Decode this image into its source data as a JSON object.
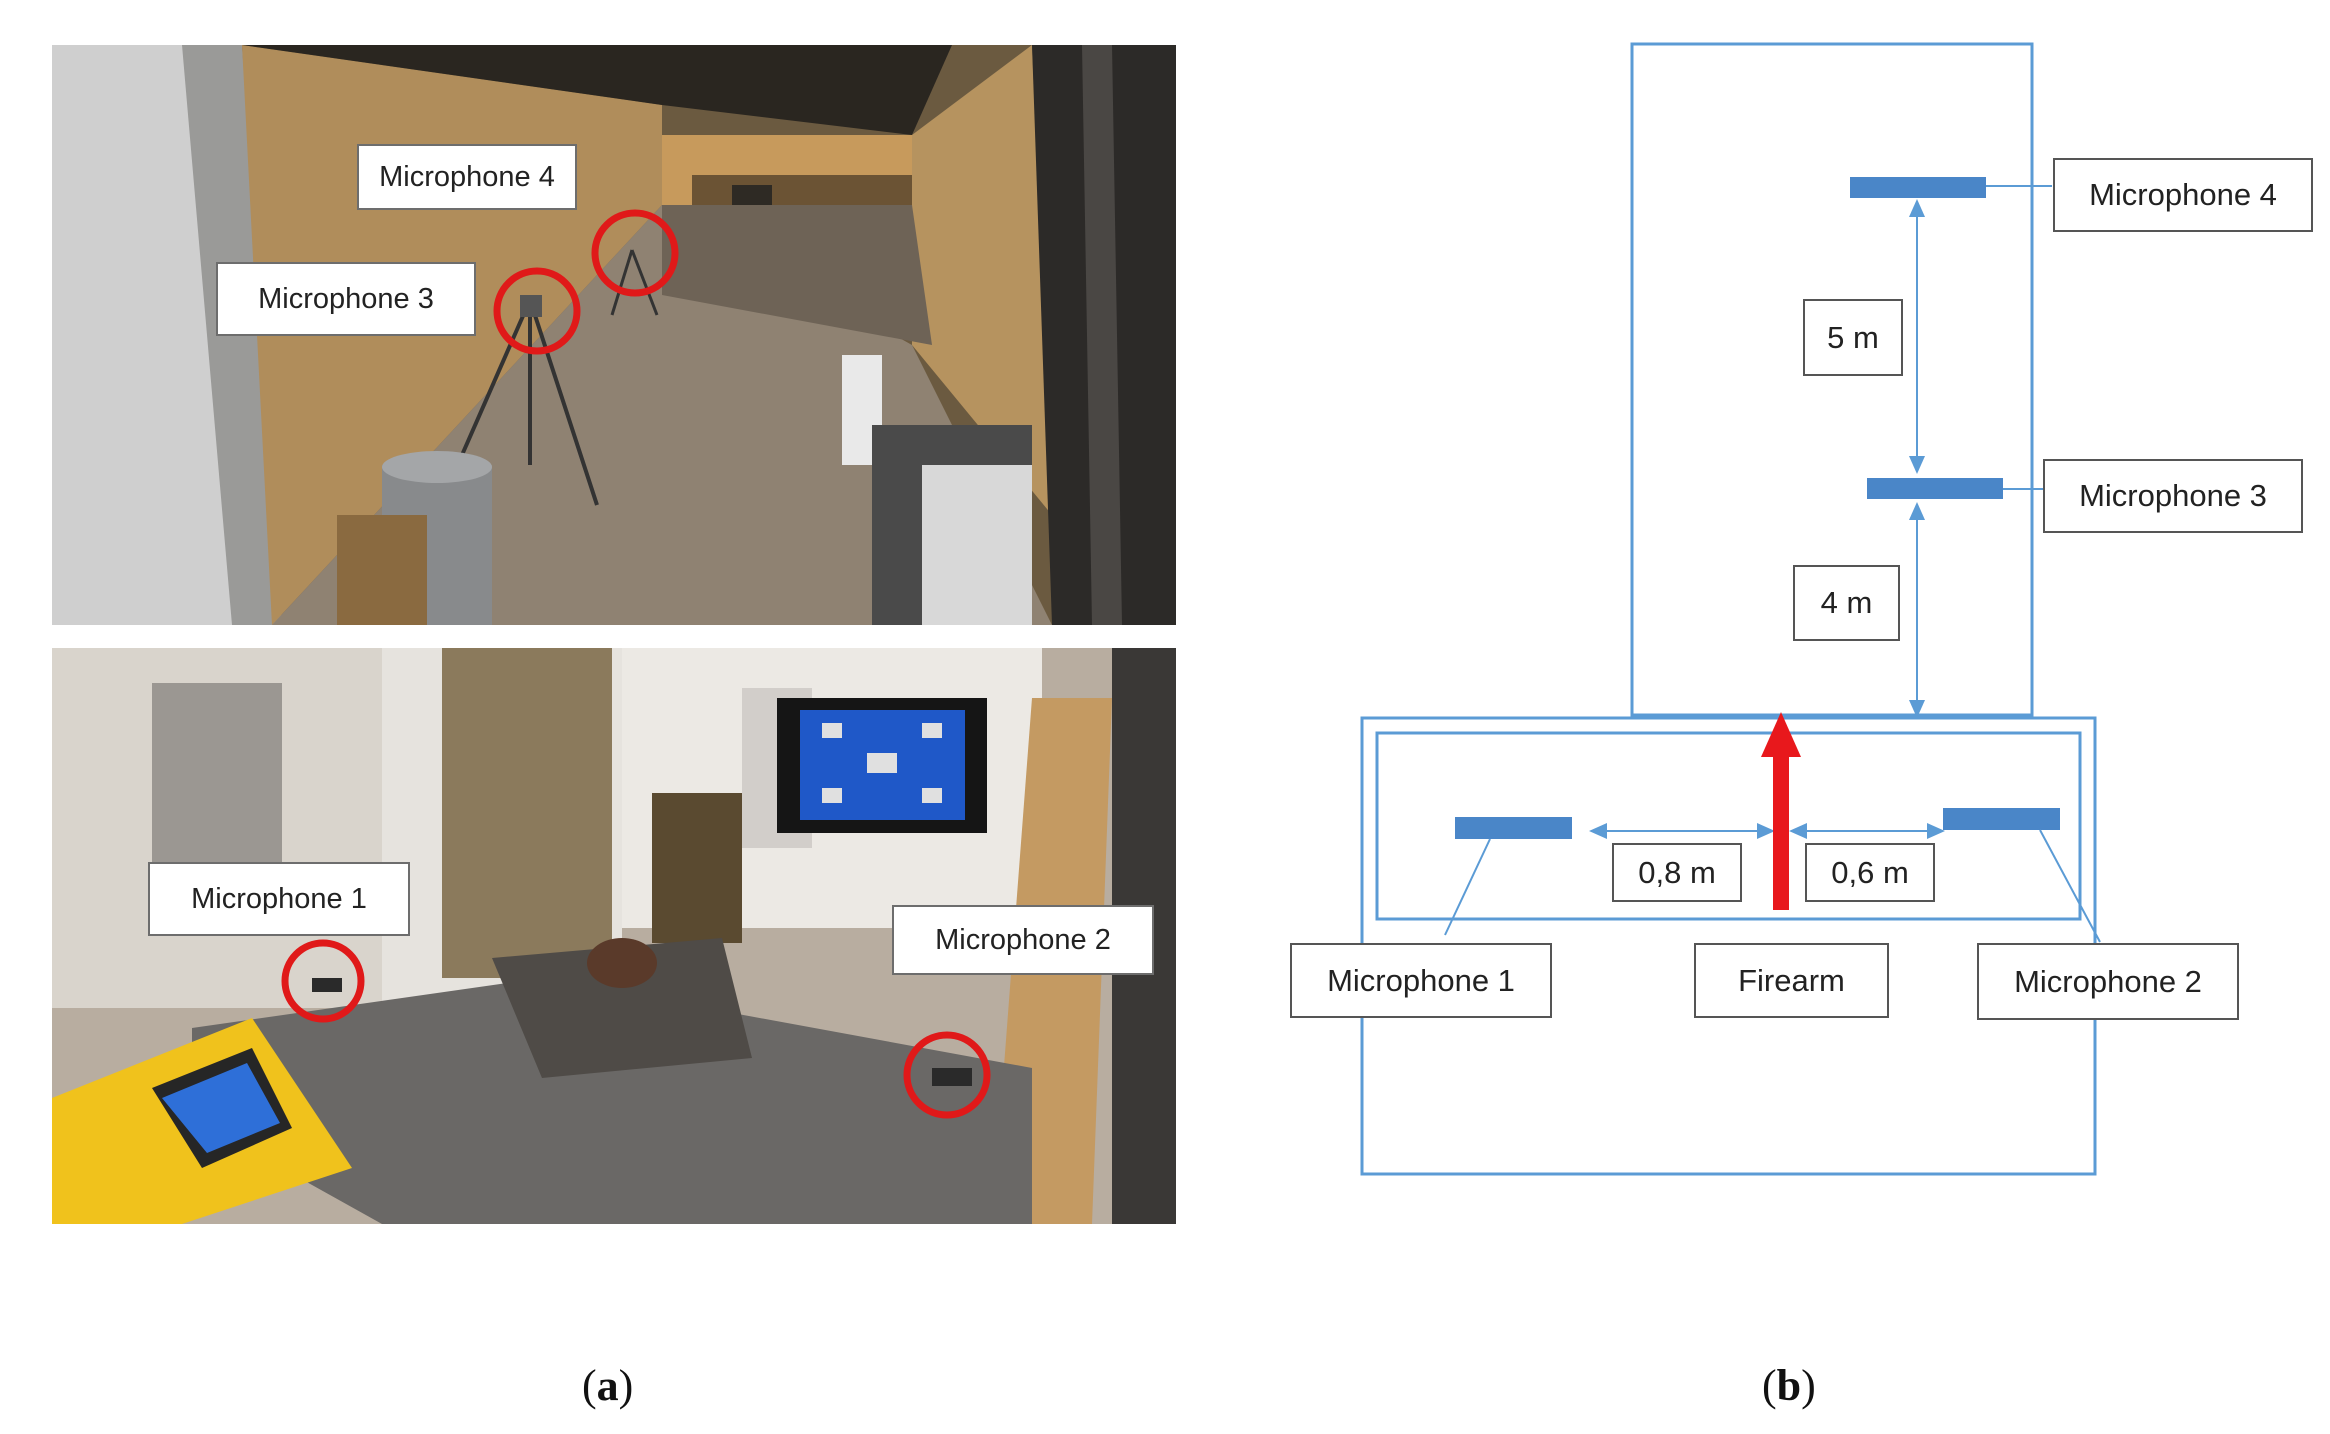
{
  "panel_a": {
    "caption_letter": "a",
    "top_photo": {
      "labels": {
        "mic4": "Microphone 4",
        "mic3": "Microphone 3"
      }
    },
    "bottom_photo": {
      "labels": {
        "mic1": "Microphone 1",
        "mic2": "Microphone 2"
      }
    }
  },
  "panel_b": {
    "caption_letter": "b",
    "labels": {
      "mic4": "Microphone 4",
      "mic3": "Microphone 3",
      "mic1": "Microphone 1",
      "mic2": "Microphone 2",
      "firearm": "Firearm"
    },
    "distances": {
      "mic4_to_mic3": "5 m",
      "mic3_to_firearm": "4 m",
      "mic1_to_firearm": "0,8 m",
      "firearm_to_mic2": "0,6 m"
    }
  },
  "colors": {
    "diagram_line": "#5b9bd5",
    "microphone_bar": "#4a86c8",
    "firearm_arrow": "#e8181c",
    "highlight_circle": "#e01919"
  }
}
